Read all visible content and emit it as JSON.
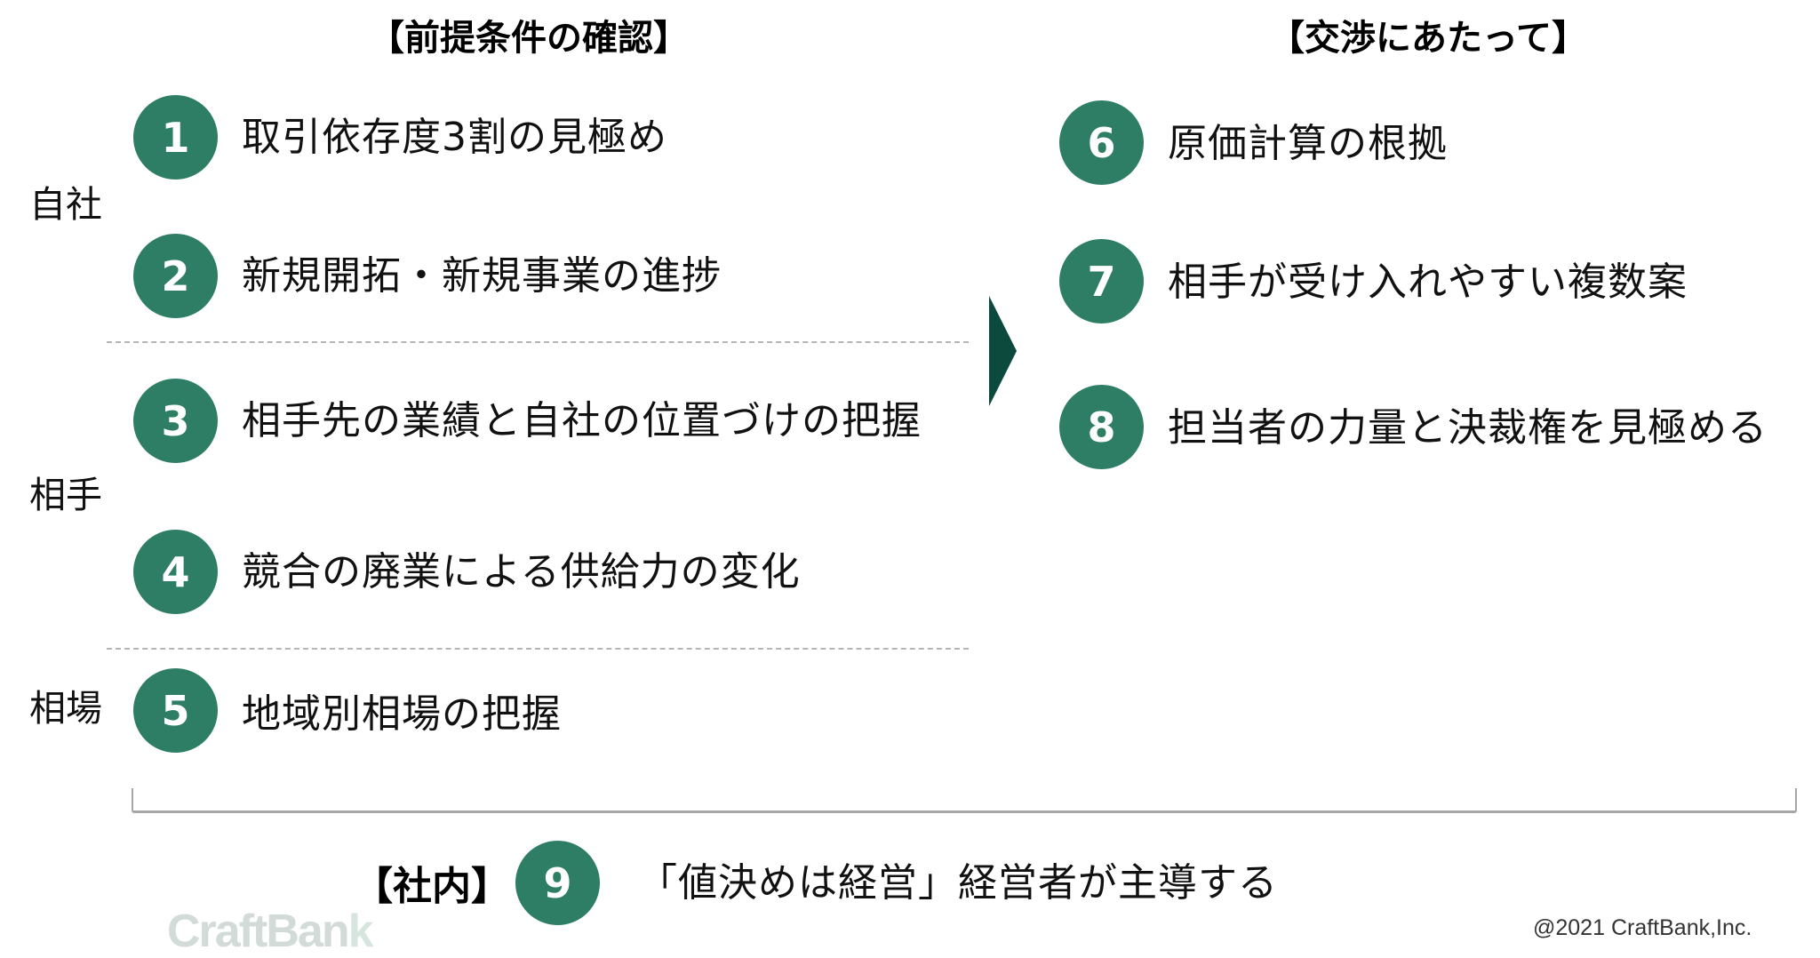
{
  "sections": {
    "prerequisites_title": "【前提条件の確認】",
    "negotiation_title": "【交渉にあたって】",
    "internal_title": "【社内】"
  },
  "categories": [
    {
      "label": "自社"
    },
    {
      "label": "相手"
    },
    {
      "label": "相場"
    }
  ],
  "prerequisites": [
    {
      "number": "1",
      "text": "取引依存度3割の見極め"
    },
    {
      "number": "2",
      "text": "新規開拓・新規事業の進捗"
    },
    {
      "number": "3",
      "text": "相手先の業績と自社の位置づけの把握"
    },
    {
      "number": "4",
      "text": "競合の廃業による供給力の変化"
    },
    {
      "number": "5",
      "text": "地域別相場の把握"
    }
  ],
  "negotiation": [
    {
      "number": "6",
      "text": "原価計算の根拠"
    },
    {
      "number": "7",
      "text": "相手が受け入れやすい複数案"
    },
    {
      "number": "8",
      "text": "担当者の力量と決裁権を見極める"
    }
  ],
  "internal": {
    "number": "9",
    "text": "「値決めは経営」経営者が主導する"
  },
  "footer": {
    "logo_main": "CraftBan",
    "logo_k": "k",
    "copyright": "@2021 CraftBank,Inc."
  },
  "colors": {
    "circle": "#2e7d65",
    "arrow": "#0b4a3c",
    "divider": "#b5b5b5",
    "logo": "#d3dbd8"
  }
}
